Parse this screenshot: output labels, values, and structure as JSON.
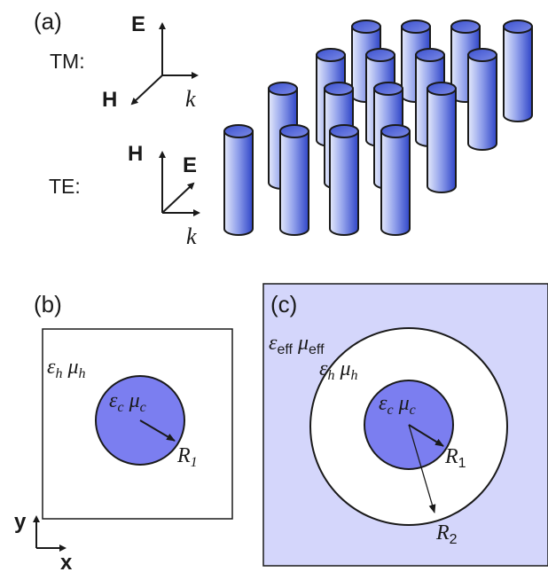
{
  "panel_a": {
    "label": "(a)",
    "tm": {
      "label": "TM:",
      "e": "E",
      "h": "H",
      "k": "k"
    },
    "te": {
      "label": "TE:",
      "h": "H",
      "e": "E",
      "k": "k"
    }
  },
  "panel_b": {
    "label": "(b)",
    "host_eps": "ε",
    "host_eps_sub": "h",
    "host_mu": "μ",
    "host_mu_sub": "h",
    "core_eps": "ε",
    "core_eps_sub": "c",
    "core_mu": "μ",
    "core_mu_sub": "c",
    "radius": "R",
    "radius_sub": "1"
  },
  "panel_c": {
    "label": "(c)",
    "eff_eps": "ε",
    "eff_eps_sub": "eff",
    "eff_mu": "μ",
    "eff_mu_sub": "eff",
    "host_eps": "ε",
    "host_eps_sub": "h",
    "host_mu": "μ",
    "host_mu_sub": "h",
    "core_eps": "ε",
    "core_eps_sub": "c",
    "core_mu": "μ",
    "core_mu_sub": "c",
    "r1": "R",
    "r1_sub": "1",
    "r2": "R",
    "r2_sub": "2"
  },
  "axes": {
    "y": "y",
    "x": "x"
  },
  "colors": {
    "core_fill": "#7b7ef0",
    "effective_bg": "#d4d6fb",
    "cylinder_dark": "#2f45c8",
    "cylinder_light": "#e4e9fb"
  }
}
